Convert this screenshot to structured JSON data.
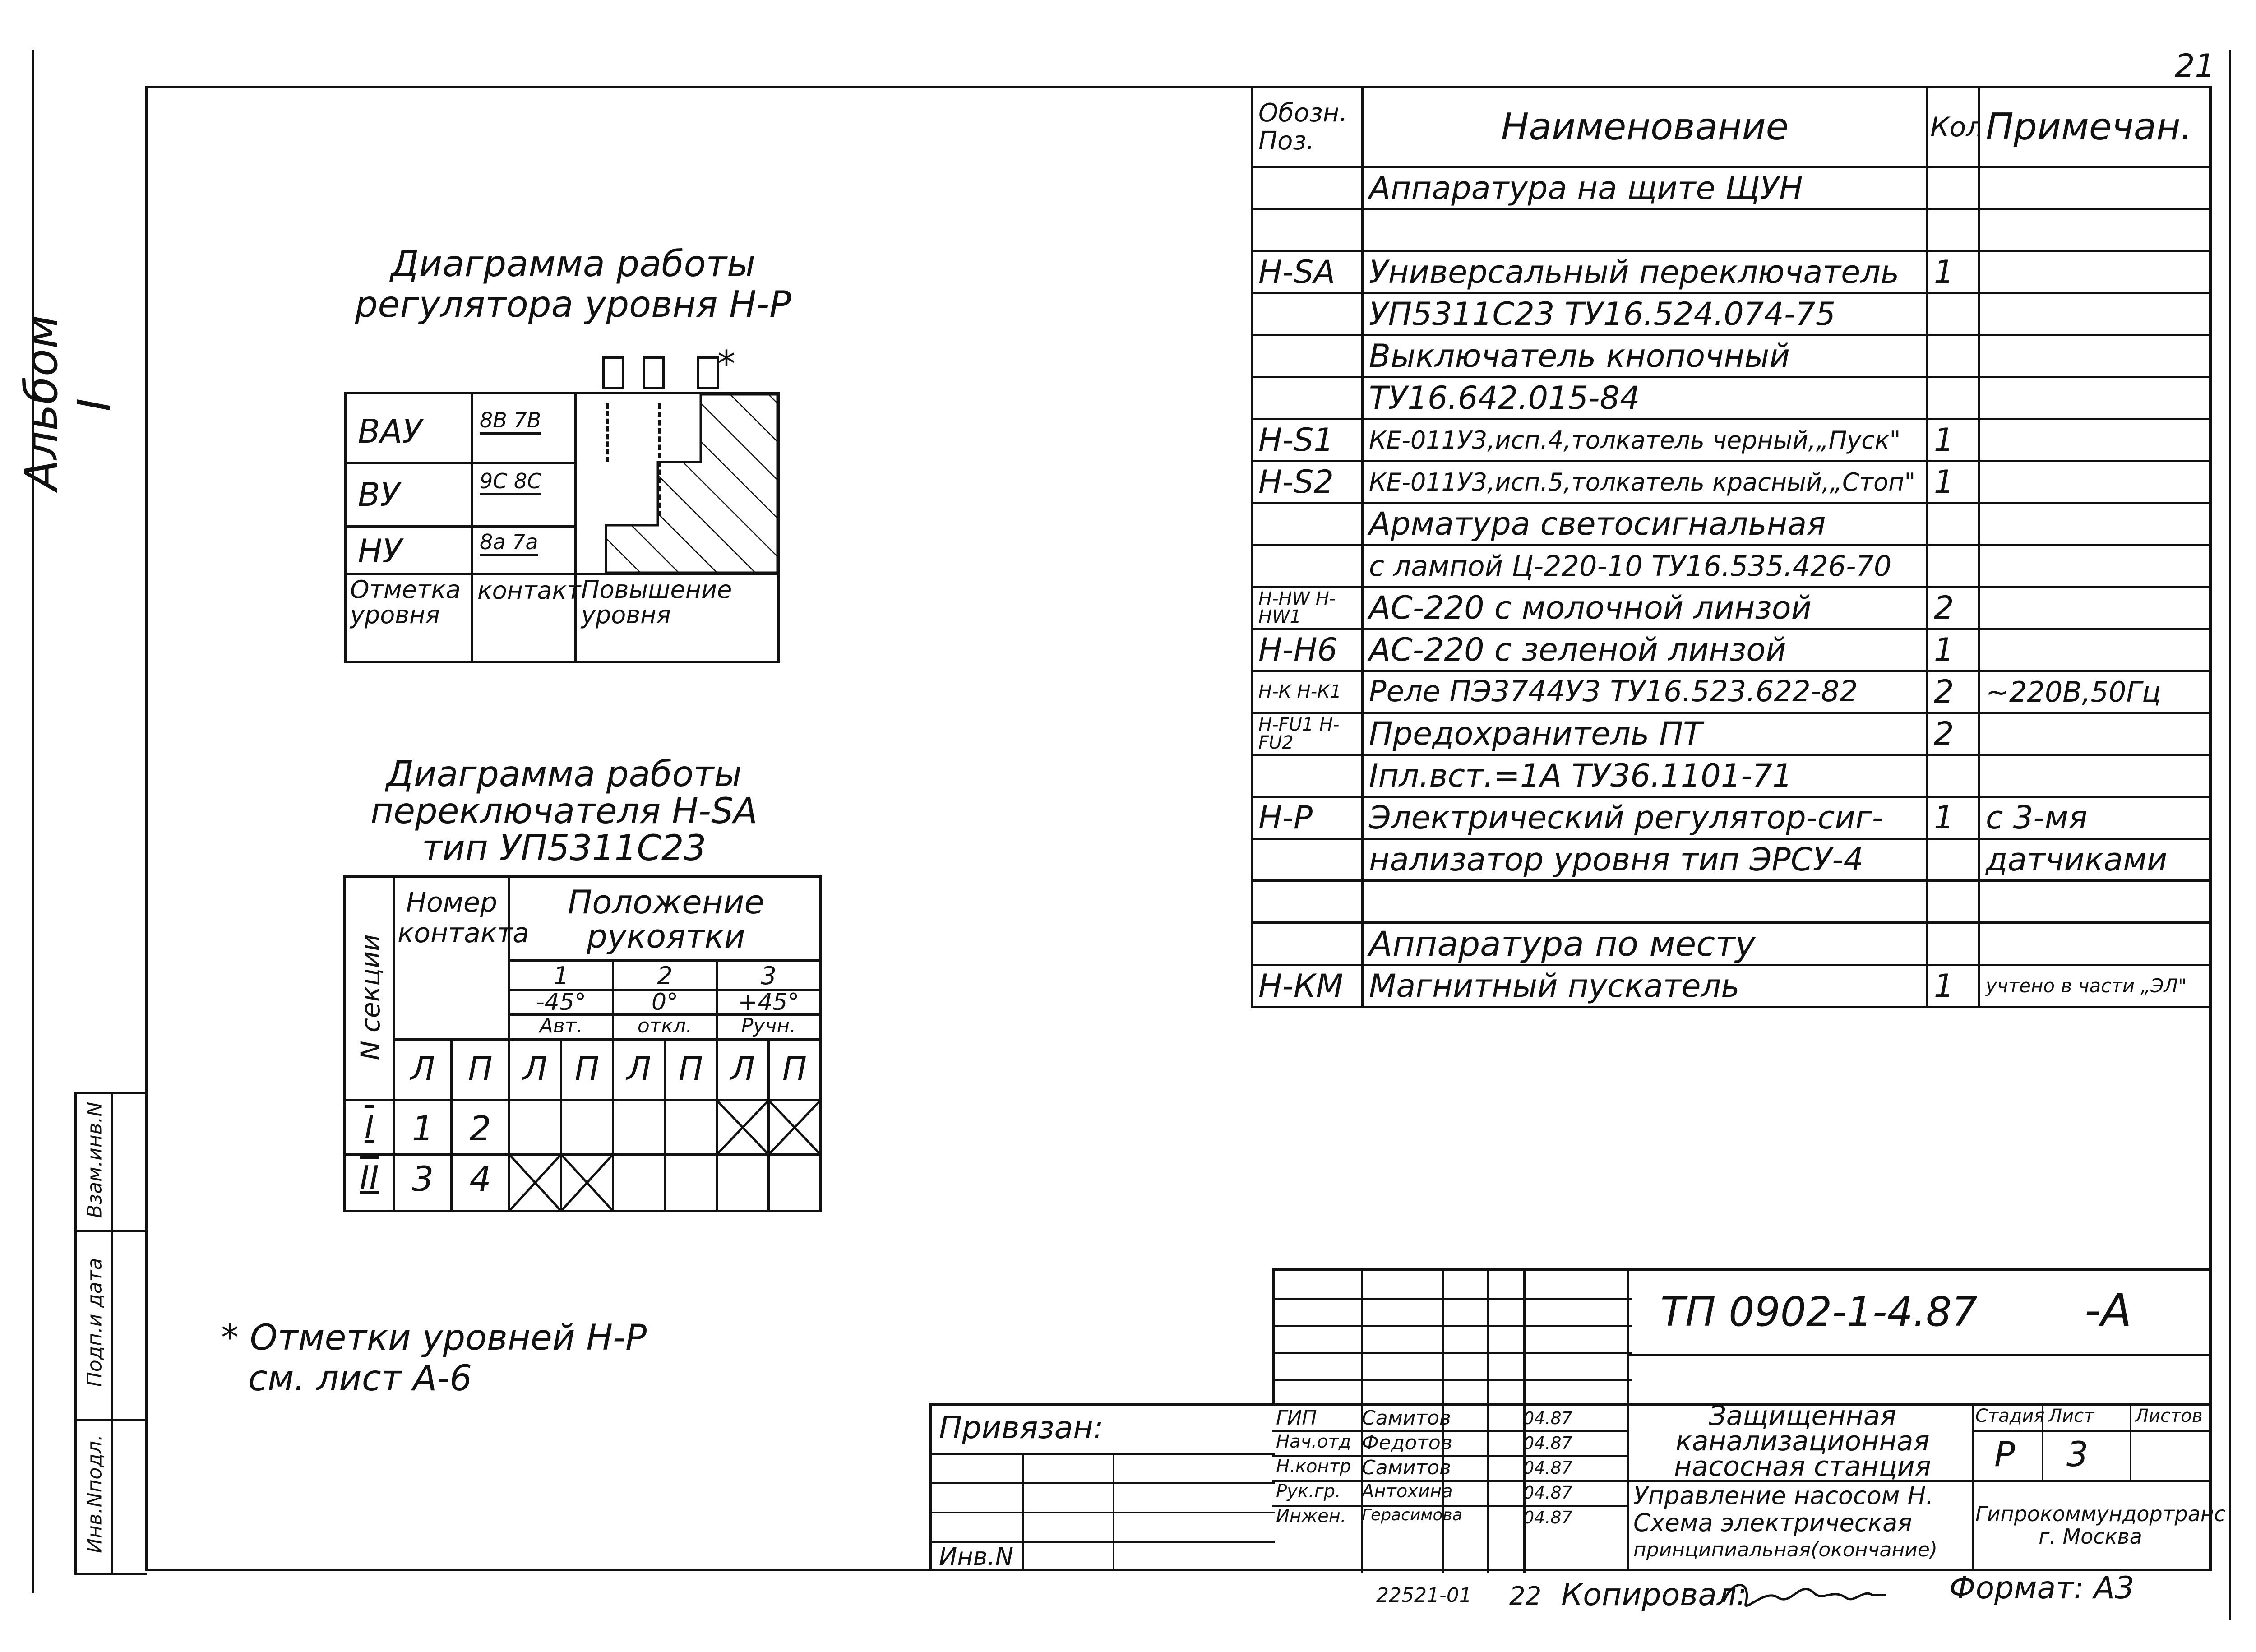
{
  "page_number": "21",
  "album_label": "Альбом I",
  "left_strip": [
    "Инв.Nподл.",
    "Подп.и дата",
    "Взам.инв.N"
  ],
  "diagram1": {
    "title_line1": "Диаграмма работы",
    "title_line2": "регулятора уровня Н-Р",
    "asterisk": "*",
    "rows": [
      {
        "level": "ВАУ",
        "contact": "8В 7В"
      },
      {
        "level": "ВУ",
        "contact": "9С 8С"
      },
      {
        "level": "НУ",
        "contact": "8а 7а"
      }
    ],
    "footer": {
      "c1": "Отметка уровня",
      "c2": "контакт",
      "c3": "Повышение уровня"
    }
  },
  "diagram2": {
    "title_line1": "Диаграмма работы",
    "title_line2": "переключателя Н-SА",
    "title_line3": "тип УП5311С23",
    "section_header": "N секции",
    "contact_header": "Номер контакта",
    "position_header": "Положение рукоятки",
    "positions": [
      {
        "num": "1",
        "angle": "-45°",
        "mode": "Авт."
      },
      {
        "num": "2",
        "angle": "0°",
        "mode": "откл."
      },
      {
        "num": "3",
        "angle": "+45°",
        "mode": "Ручн."
      }
    ],
    "sub_labels": [
      "Л",
      "П",
      "Л",
      "П",
      "Л",
      "П",
      "Л",
      "П"
    ],
    "rows": [
      {
        "section": "I",
        "l": "1",
        "p": "2"
      },
      {
        "section": "II",
        "l": "3",
        "p": "4"
      }
    ]
  },
  "note": {
    "line1": "* Отметки уровней Н-Р",
    "line2": "см. лист   А-6"
  },
  "spec": {
    "headers": {
      "pos": "Обозн. Поз.",
      "name": "Наименование",
      "qty": "Кол",
      "note": "Примечан."
    },
    "rows": [
      {
        "pos": "",
        "name": "Аппаратура на щите ЩУН",
        "qty": "",
        "note": ""
      },
      {
        "pos": "",
        "name": "",
        "qty": "",
        "note": ""
      },
      {
        "pos": "Н-SА",
        "name": "Универсальный переключатель",
        "qty": "1",
        "note": ""
      },
      {
        "pos": "",
        "name": "УП5311С23  ТУ16.524.074-75",
        "qty": "",
        "note": ""
      },
      {
        "pos": "",
        "name": "Выключатель кнопочный",
        "qty": "",
        "note": ""
      },
      {
        "pos": "",
        "name": "ТУ16.642.015-84",
        "qty": "",
        "note": ""
      },
      {
        "pos": "Н-S1",
        "name": "КЕ-011У3,исп.4,толкатель черный,„Пуск\"",
        "qty": "1",
        "note": ""
      },
      {
        "pos": "Н-S2",
        "name": "КЕ-011У3,исп.5,толкатель красный,„Стоп\"",
        "qty": "1",
        "note": ""
      },
      {
        "pos": "",
        "name": "Арматура светосигнальная",
        "qty": "",
        "note": ""
      },
      {
        "pos": "",
        "name": "с лампой Ц-220-10 ТУ16.535.426-70",
        "qty": "",
        "note": ""
      },
      {
        "pos": "Н-НW Н-НW1",
        "name": "АС-220 с молочной линзой",
        "qty": "2",
        "note": ""
      },
      {
        "pos": "Н-Н6",
        "name": "АС-220 с зеленой линзой",
        "qty": "1",
        "note": ""
      },
      {
        "pos": "Н-К Н-К1",
        "name": "Реле ПЭ3744У3 ТУ16.523.622-82",
        "qty": "2",
        "note": "~220В,50Гц"
      },
      {
        "pos": "Н-FU1 Н-FU2",
        "name": "Предохранитель ПТ",
        "qty": "2",
        "note": ""
      },
      {
        "pos": "",
        "name": "Iпл.вст.=1А ТУ36.1101-71",
        "qty": "",
        "note": ""
      },
      {
        "pos": "Н-Р",
        "name": "Электрический регулятор-сиг-",
        "qty": "1",
        "note": "с 3-мя"
      },
      {
        "pos": "",
        "name": "нализатор уровня тип ЭРСУ-4",
        "qty": "",
        "note": "датчиками"
      },
      {
        "pos": "",
        "name": "",
        "qty": "",
        "note": ""
      },
      {
        "pos": "",
        "name": "Аппаратура по месту",
        "qty": "",
        "note": ""
      },
      {
        "pos": "Н-КМ",
        "name": "Магнитный пускатель",
        "qty": "1",
        "note": "учтено в части „ЭЛ\""
      }
    ]
  },
  "title_block": {
    "doc_code": "ТП 0902-1-4.87",
    "doc_suffix": "-А",
    "bound_label": "Привязан:",
    "inv_label": "Инв.N",
    "signers": [
      {
        "role": "ГИП",
        "name": "Самитов",
        "date": "04.87"
      },
      {
        "role": "Нач.отд",
        "name": "Федотов",
        "date": "04.87"
      },
      {
        "role": "Н.контр",
        "name": "Самитов",
        "date": "04.87"
      },
      {
        "role": "Рук.гр.",
        "name": "Антохина",
        "date": "04.87"
      },
      {
        "role": "Инжен.",
        "name": "Герасимова",
        "date": "04.87"
      }
    ],
    "project_line1": "Защищенная",
    "project_line2": "канализационная",
    "project_line3": "насосная станция",
    "sheet_desc_line1": "Управление насосом Н.",
    "sheet_desc_line2": "Схема электрическая",
    "sheet_desc_line3": "принципиальная(окончание)",
    "stage_label": "Стадия",
    "sheet_label": "Лист",
    "sheets_label": "Листов",
    "stage": "Р",
    "sheet": "3",
    "sheets": "",
    "org_line1": "Гипрокоммундортранс",
    "org_line2": "г. Москва"
  },
  "footer": {
    "number": "22521-01",
    "page": "22",
    "copied_label": "Копировал:",
    "format": "Формат: А3"
  }
}
